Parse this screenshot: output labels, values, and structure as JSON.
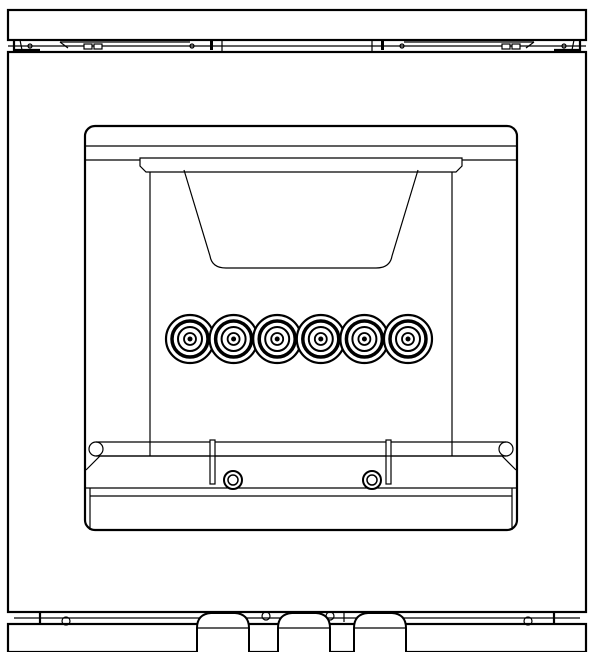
{
  "drawing": {
    "subject": "enclosure-front-view",
    "stroke_color": "#000000",
    "background_color": "#ffffff",
    "cable_gland_count": 6,
    "bottom_gland_count": 3,
    "fixing_screw_count": 2
  }
}
